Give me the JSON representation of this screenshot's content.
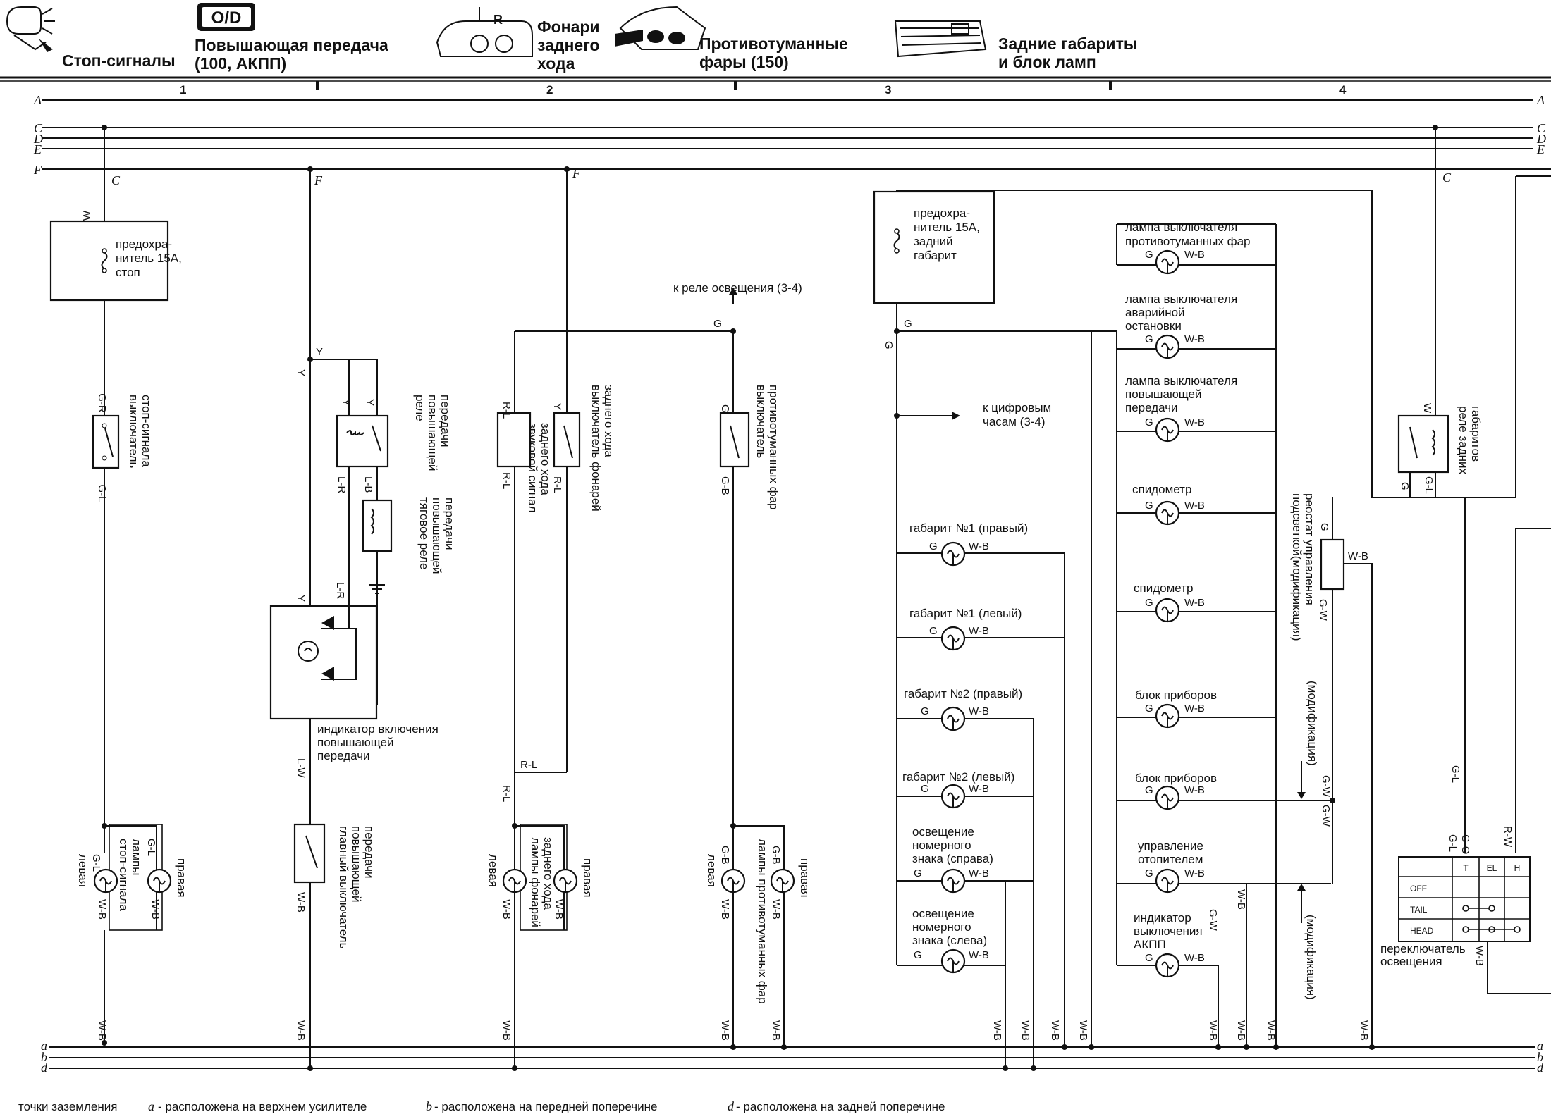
{
  "header": {
    "stop": "Стоп-сигналы",
    "od_badge": "O/D",
    "od_title_1": "Повышающая передача",
    "od_title_2": "(100,  АКПП)",
    "rev_1": "Фонари",
    "rev_2": "заднего",
    "rev_3": "хода",
    "fog_1": "Противотуманные",
    "fog_2": "фары (150)",
    "tail_1": "Задние габариты",
    "tail_2": "и блок ламп"
  },
  "sections": [
    "1",
    "2",
    "3",
    "4"
  ],
  "rails_top": [
    "A",
    "C",
    "D",
    "E",
    "F"
  ],
  "rails_bottom": [
    "a",
    "b",
    "d"
  ],
  "labels": {
    "fuse_stop": [
      "предохра-",
      "нитель 15А,",
      "стоп"
    ],
    "fuse_tail": [
      "предохра-",
      "нитель 15А,",
      "задний",
      "габарит"
    ],
    "stop_switch": [
      "выключатель",
      "стоп-сигнала"
    ],
    "od_relay": [
      "реле",
      "повышающей",
      "передачи"
    ],
    "od_pull_relay": [
      "тяговое реле",
      "повышающей",
      "передачи"
    ],
    "od_indicator": [
      "индикатор включения",
      "повышающей",
      "передачи"
    ],
    "od_main_switch": [
      "главный выключатель",
      "повышающей",
      "передачи"
    ],
    "rev_switch": [
      "выключатель фонарей",
      "заднего хода"
    ],
    "rev_buzzer": [
      "звуковой сигнал",
      "заднего хода"
    ],
    "rev_lamps": [
      "лампы фонарей",
      "заднего хода"
    ],
    "fog_switch": [
      "выключатель",
      "противотуманных фар"
    ],
    "fog_lamps": "лампы противотуманных фар",
    "stop_lamps": [
      "лампы",
      "стоп-сигнала"
    ],
    "left": "левая",
    "right": "правая",
    "to_light_relay": "к реле освещения (3-4)",
    "to_clock": [
      "к цифровым",
      "часам (3-4)"
    ],
    "tail_relay": [
      "реле задних",
      "габаритов"
    ],
    "rheostat": [
      "реостат управления",
      "подсветкой(модификация)"
    ],
    "modification": "(модификация)",
    "light_switch": [
      "переключатель",
      "освещения"
    ],
    "lamps_left": [
      "габарит №1 (правый)",
      "габарит №1 (левый)",
      "габарит №2 (правый)",
      "габарит №2 (левый)",
      [
        "освещение",
        "номерного",
        "знака (справа)"
      ],
      [
        "освещение",
        "номерного",
        "знака (слева)"
      ]
    ],
    "lamps_right": [
      [
        "лампа выключателя",
        "противотуманных фар"
      ],
      [
        "лампа выключателя",
        "аварийной",
        "остановки"
      ],
      [
        "лампа выключателя",
        "повышающей",
        "передачи"
      ],
      "спидометр",
      "спидометр",
      "блок приборов",
      "блок приборов",
      [
        "управление",
        "отопителем"
      ],
      [
        "индикатор",
        "выключения",
        "АКПП"
      ]
    ],
    "switch_table": {
      "cols": [
        "T",
        "EL",
        "H"
      ],
      "rows": [
        "OFF",
        "TAIL",
        "HEAD"
      ]
    }
  },
  "wires": {
    "W": "W",
    "GR": "G-R",
    "GL": "G-L",
    "Y": "Y",
    "LR": "L-R",
    "LB": "L-B",
    "LW": "L-W",
    "WB": "W-B",
    "RL": "R-L",
    "GB": "G-B",
    "G": "G",
    "GW": "G-W",
    "GO": "G-O",
    "RW": "R-W"
  },
  "footer": {
    "ground": "точки заземления",
    "a_m": "а",
    "a": " - расположена на верхнем усилителе",
    "b_m": "b",
    "b": " - расположена на передней поперечине",
    "d_m": "d",
    "d": " - расположена на задней поперечине"
  }
}
